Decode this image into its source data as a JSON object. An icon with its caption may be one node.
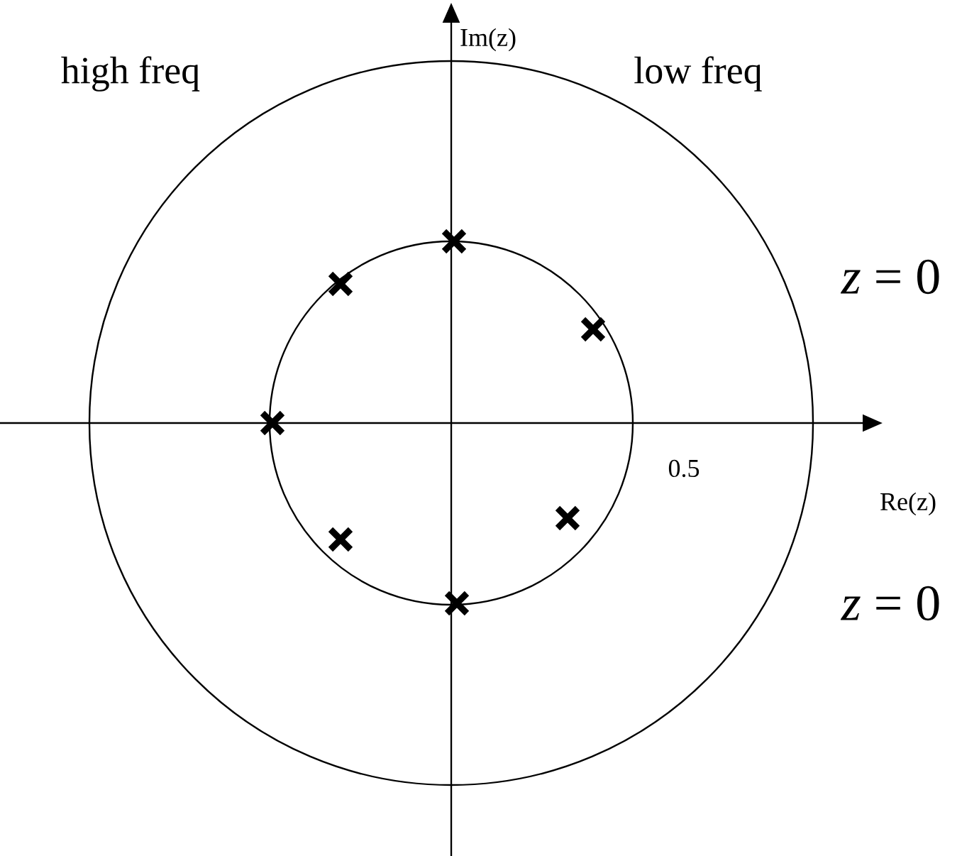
{
  "diagram": {
    "labels": [
      "high freq",
      "Im(z)",
      "low freq",
      "*z* = 0",
      "0.5",
      "Re(z)",
      "*z* = 0"
    ]
  }
}
